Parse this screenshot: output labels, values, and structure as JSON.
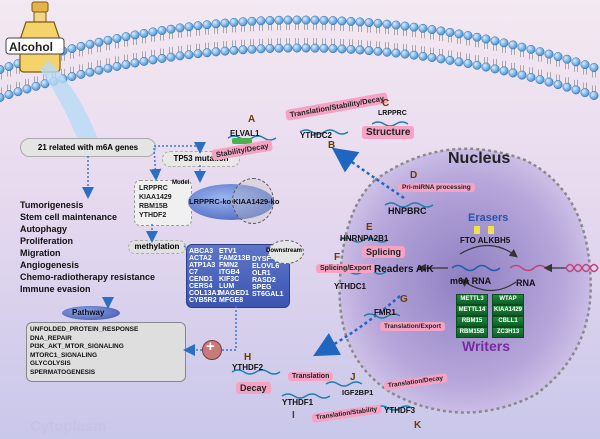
{
  "alcohol_label": "Alcohol",
  "cytoplasm_label": "Cytoplasm",
  "nucleus_label": "Nucleus",
  "m6a_genes": "21 related with m6A genes",
  "tp53": "TP53 mutation",
  "model_label": "Model",
  "model_genes": [
    "LRPPRC",
    "KIAA1429",
    "RBM15B",
    "YTHDF2"
  ],
  "ko_label": "LRPPRC-ko  KIAA1429-ko",
  "methylation": "methylation",
  "downstream_label": "Downstream",
  "downstream_genes_col1": [
    "ABCA3",
    "ACTA2",
    "ATP1A3",
    "C7",
    "CEND1",
    "CERS4",
    "COL13A1",
    "CYB5R2"
  ],
  "downstream_genes_col2": [
    "ETV1",
    "FAM213B",
    "FMN2",
    "ITGB4",
    "KIF3C",
    "LUM",
    "MAGED1",
    "MFGE8"
  ],
  "downstream_genes_col3": [
    "DYSF",
    "ELOVL6",
    "OLR1",
    "RASD2",
    "SPEG",
    "ST6GAL1"
  ],
  "phenotypes": [
    "Tumorigenesis",
    "Stem cell maintenance",
    "Autophagy",
    "Proliferation",
    "Migration",
    "Angiogenesis",
    "Chemo-radiotherapy resistance",
    "Immune evasion"
  ],
  "pathway_label": "Pathway",
  "pathways": [
    "UNFOLDED_PROTEIN_RESPONSE",
    "DNA_REPAIR",
    "PI3K_AKT_MTOR_SIGNALING",
    "MTORC1_SIGNALING",
    "GLYCOLYSIS",
    "SPERMATOGENESIS"
  ],
  "plus": "+",
  "readers": {
    "A": {
      "letter": "A",
      "gene": "ELVAL1",
      "func": "Stability/Decay"
    },
    "B": {
      "letter": "B",
      "gene": "YTHDC2",
      "func": "Translation/Stability/Decay"
    },
    "C": {
      "letter": "C",
      "gene": "LRPPRC",
      "func": "Structure"
    },
    "D": {
      "letter": "D",
      "gene": "HNPBRC",
      "func": "Pri-miRNA processing"
    },
    "E": {
      "letter": "E",
      "gene": "HNRNPA2B1",
      "func": "Splicing"
    },
    "F": {
      "letter": "F",
      "gene": "YTHDC1",
      "func": "Splicing/Export"
    },
    "G": {
      "letter": "G",
      "gene": "FMR1",
      "func": "Translation/Export"
    },
    "H": {
      "letter": "H",
      "gene": "YTHDF2",
      "func": "Decay"
    },
    "I": {
      "letter": "I",
      "gene": "YTHDF1",
      "func": "Translation"
    },
    "J": {
      "letter": "J",
      "gene": "IGF2BP1",
      "func": "Translation/Stability"
    },
    "K": {
      "letter": "K",
      "gene": "YTHDF3",
      "func": "Translation/Decay"
    }
  },
  "readers_label": "Readers A-K",
  "erasers_label": "Erasers",
  "erasers_genes": "FTO ALKBH5",
  "m6a_rna": "m6A RNA",
  "rna": "RNA",
  "writers_label": "Writers",
  "writers_col1": [
    "METTL3",
    "METTL14",
    "RBM15",
    "RBM15B"
  ],
  "writers_col2": [
    "WTAP",
    "KIAA1429",
    "CBLL1",
    "ZC3H13"
  ],
  "colors": {
    "writers": "#7a2aa0",
    "erasers": "#2b52a8",
    "pink": "#f4a3c4",
    "nucleus": "#b3a3d8",
    "membrane": "#7bb7e3"
  }
}
